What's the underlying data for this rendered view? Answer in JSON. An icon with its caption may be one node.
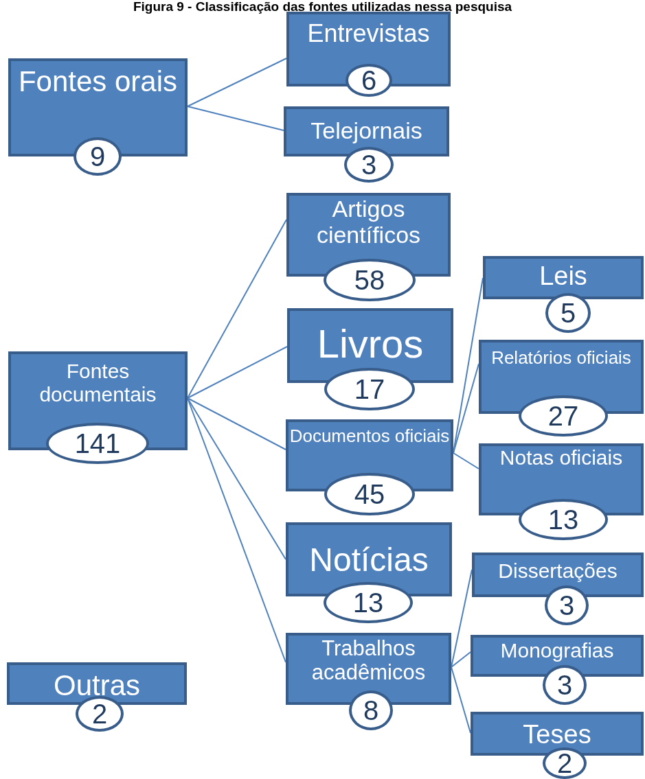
{
  "diagram": {
    "title": "Figura 9 - Classificação das fontes utilizadas nessa pesquisa",
    "nodes": [
      {
        "text": [
          "Fontes orais",
          "9"
        ]
      },
      {
        "text": [
          "Entrevistas",
          "6"
        ]
      },
      {
        "text": [
          "Telejornais",
          "3"
        ]
      },
      {
        "text": [
          "Fontes documentais",
          "141"
        ]
      },
      {
        "text": [
          "Artigos científicos",
          "58"
        ]
      },
      {
        "text": [
          "Livros",
          "17"
        ]
      },
      {
        "text": [
          "Documentos oficiais",
          "45"
        ]
      },
      {
        "text": [
          "Leis",
          "5"
        ]
      },
      {
        "text": [
          "Relatórios oficiais",
          "27"
        ]
      },
      {
        "text": [
          "Notas oficiais",
          "13"
        ]
      },
      {
        "text": [
          "Notícias",
          "13"
        ]
      },
      {
        "text": [
          "Trabalhos acadêmicos",
          "8"
        ]
      },
      {
        "text": [
          "Dissertações",
          "3"
        ]
      },
      {
        "text": [
          "Monografias",
          "3"
        ]
      },
      {
        "text": [
          "Teses",
          "2"
        ]
      },
      {
        "text": [
          "Outras",
          "2"
        ]
      }
    ],
    "edges": [
      {
        "from": 0,
        "to": 1,
        "arrow": "none"
      },
      {
        "from": 0,
        "to": 2,
        "arrow": "none"
      },
      {
        "from": 3,
        "to": 4,
        "arrow": "none"
      },
      {
        "from": 3,
        "to": 5,
        "arrow": "none"
      },
      {
        "from": 3,
        "to": 6,
        "arrow": "none"
      },
      {
        "from": 3,
        "to": 10,
        "arrow": "none"
      },
      {
        "from": 3,
        "to": 11,
        "arrow": "none"
      },
      {
        "from": 6,
        "to": 7,
        "arrow": "none"
      },
      {
        "from": 6,
        "to": 8,
        "arrow": "none"
      },
      {
        "from": 6,
        "to": 9,
        "arrow": "none"
      },
      {
        "from": 11,
        "to": 12,
        "arrow": "none"
      },
      {
        "from": 11,
        "to": 13,
        "arrow": "none"
      },
      {
        "from": 11,
        "to": 14,
        "arrow": "none"
      }
    ]
  }
}
